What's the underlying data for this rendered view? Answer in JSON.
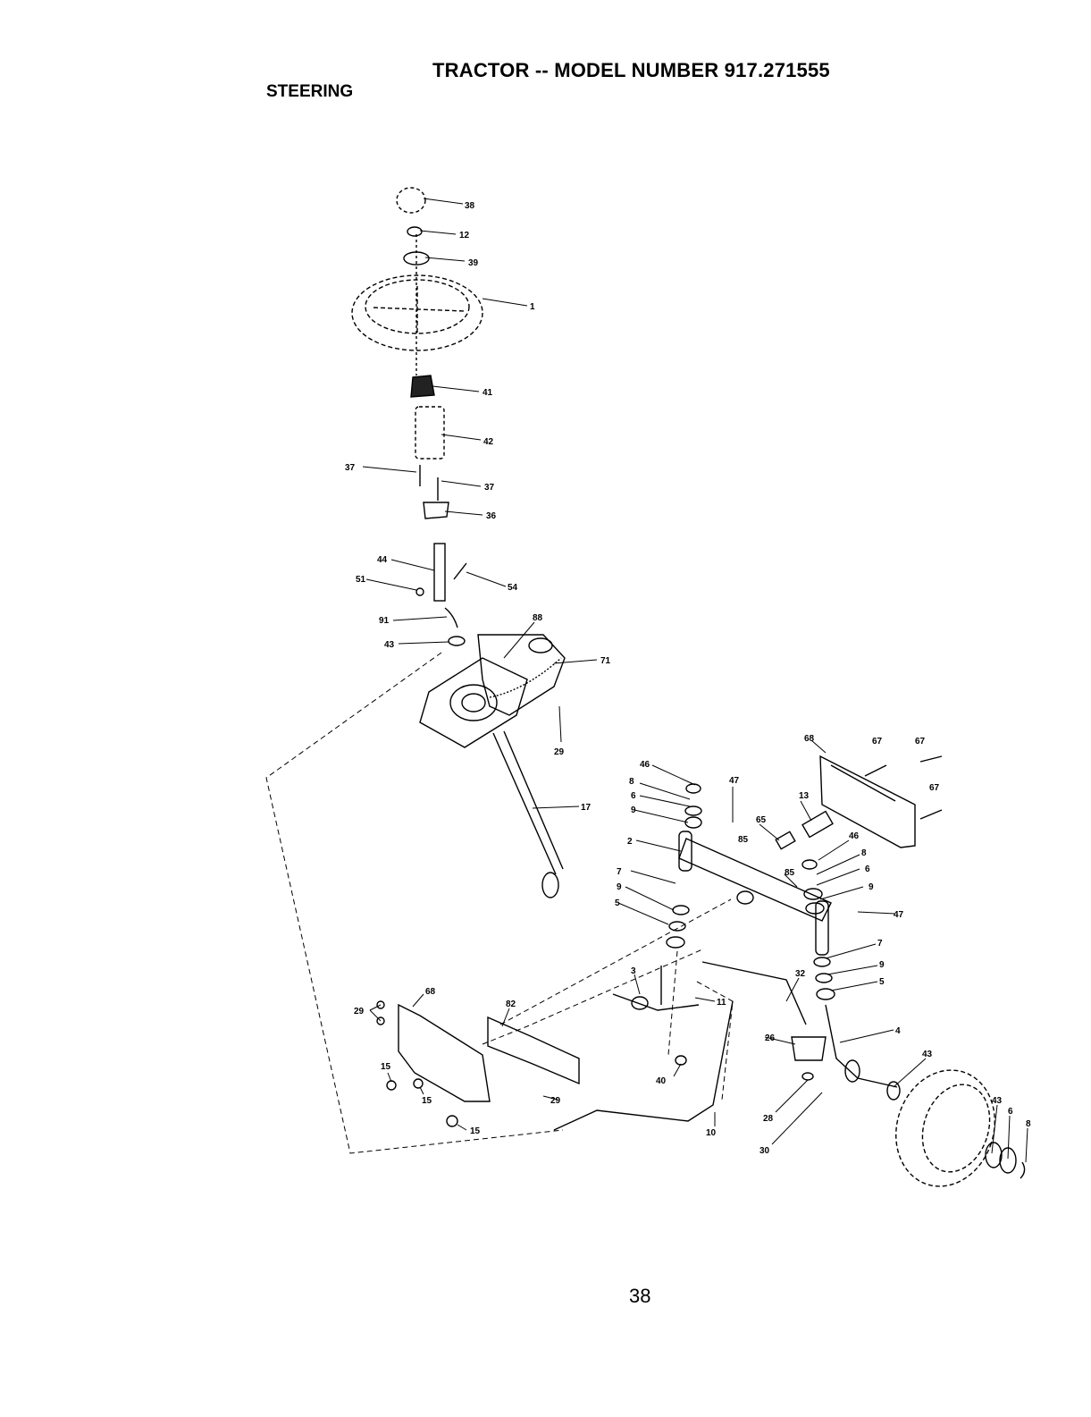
{
  "header": {
    "title": "TRACTOR -- MODEL NUMBER 917.271555",
    "section": "STEERING"
  },
  "footer": {
    "page_number": "38"
  },
  "callouts": [
    {
      "id": "c-38",
      "text": "38"
    },
    {
      "id": "c-12",
      "text": "12"
    },
    {
      "id": "c-39",
      "text": "39"
    },
    {
      "id": "c-1",
      "text": "1"
    },
    {
      "id": "c-41",
      "text": "41"
    },
    {
      "id": "c-42",
      "text": "42"
    },
    {
      "id": "c-37a",
      "text": "37"
    },
    {
      "id": "c-37b",
      "text": "37"
    },
    {
      "id": "c-36",
      "text": "36"
    },
    {
      "id": "c-44",
      "text": "44"
    },
    {
      "id": "c-51",
      "text": "51"
    },
    {
      "id": "c-54",
      "text": "54"
    },
    {
      "id": "c-91",
      "text": "91"
    },
    {
      "id": "c-43a",
      "text": "43"
    },
    {
      "id": "c-88",
      "text": "88"
    },
    {
      "id": "c-71",
      "text": "71"
    },
    {
      "id": "c-29a",
      "text": "29"
    },
    {
      "id": "c-17",
      "text": "17"
    },
    {
      "id": "c-68a",
      "text": "68"
    },
    {
      "id": "c-67a",
      "text": "67"
    },
    {
      "id": "c-67b",
      "text": "67"
    },
    {
      "id": "c-67c",
      "text": "67"
    },
    {
      "id": "c-13",
      "text": "13"
    },
    {
      "id": "c-46a",
      "text": "46"
    },
    {
      "id": "c-8a",
      "text": "8"
    },
    {
      "id": "c-6a",
      "text": "6"
    },
    {
      "id": "c-9a",
      "text": "9"
    },
    {
      "id": "c-47a",
      "text": "47"
    },
    {
      "id": "c-65",
      "text": "65"
    },
    {
      "id": "c-85a",
      "text": "85"
    },
    {
      "id": "c-2",
      "text": "2"
    },
    {
      "id": "c-46b",
      "text": "46"
    },
    {
      "id": "c-8b",
      "text": "8"
    },
    {
      "id": "c-6b",
      "text": "6"
    },
    {
      "id": "c-9b",
      "text": "9"
    },
    {
      "id": "c-85b",
      "text": "85"
    },
    {
      "id": "c-7a",
      "text": "7"
    },
    {
      "id": "c-9c",
      "text": "9"
    },
    {
      "id": "c-5a",
      "text": "5"
    },
    {
      "id": "c-47b",
      "text": "47"
    },
    {
      "id": "c-7b",
      "text": "7"
    },
    {
      "id": "c-9d",
      "text": "9"
    },
    {
      "id": "c-5b",
      "text": "5"
    },
    {
      "id": "c-3",
      "text": "3"
    },
    {
      "id": "c-32",
      "text": "32"
    },
    {
      "id": "c-11",
      "text": "11"
    },
    {
      "id": "c-4",
      "text": "4"
    },
    {
      "id": "c-68b",
      "text": "68"
    },
    {
      "id": "c-82",
      "text": "82"
    },
    {
      "id": "c-29b",
      "text": "29"
    },
    {
      "id": "c-26",
      "text": "26"
    },
    {
      "id": "c-43b",
      "text": "43"
    },
    {
      "id": "c-15a",
      "text": "15"
    },
    {
      "id": "c-15b",
      "text": "15"
    },
    {
      "id": "c-29c",
      "text": "29"
    },
    {
      "id": "c-40",
      "text": "40"
    },
    {
      "id": "c-28",
      "text": "28"
    },
    {
      "id": "c-43c",
      "text": "43"
    },
    {
      "id": "c-6c",
      "text": "6"
    },
    {
      "id": "c-8c",
      "text": "8"
    },
    {
      "id": "c-15c",
      "text": "15"
    },
    {
      "id": "c-10",
      "text": "10"
    },
    {
      "id": "c-30",
      "text": "30"
    }
  ]
}
